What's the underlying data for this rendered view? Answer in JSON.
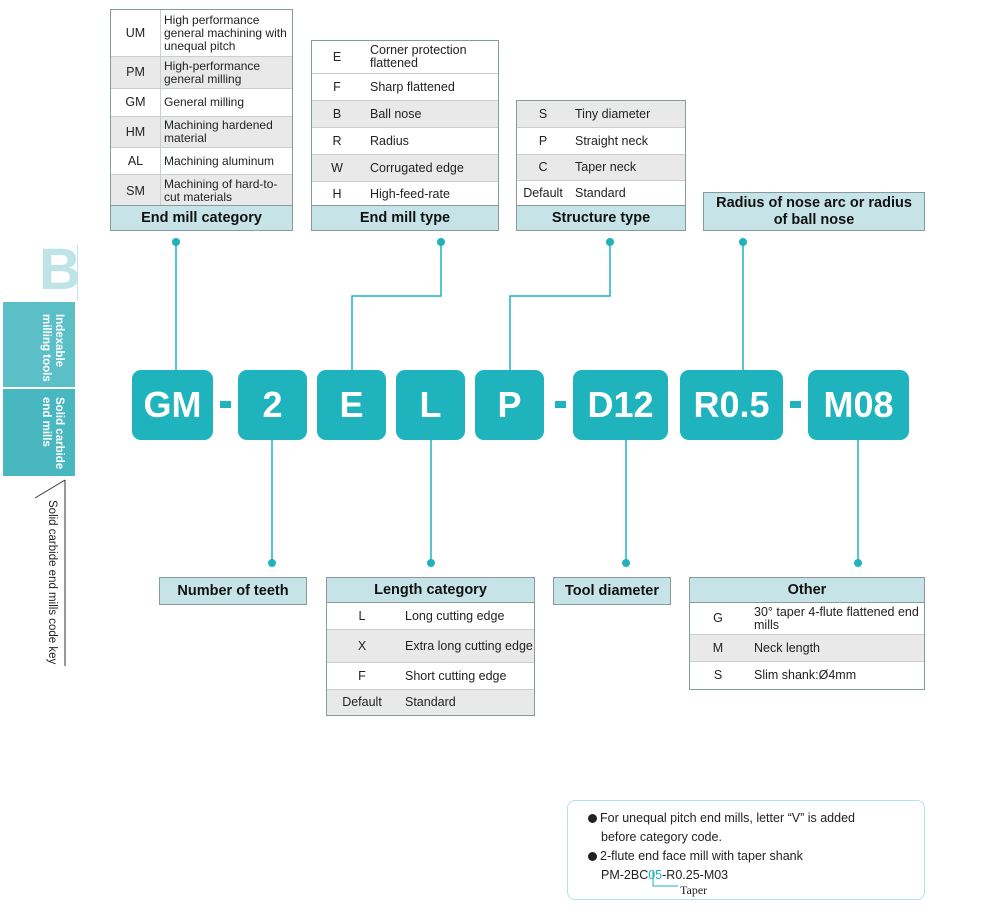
{
  "side_tabs": {
    "letter": "B",
    "tab1": [
      "Indexable",
      "milling tools"
    ],
    "tab2": [
      "Solid carbide",
      "end mills"
    ],
    "section_label": "Solid carbide end mills code key"
  },
  "category": {
    "rows": [
      {
        "code": "UM",
        "desc": "High performance general machining with unequal pitch"
      },
      {
        "code": "PM",
        "desc": "High-performance general milling"
      },
      {
        "code": "GM",
        "desc": "General milling"
      },
      {
        "code": "HM",
        "desc": "Machining hardened material"
      },
      {
        "code": "AL",
        "desc": "Machining aluminum"
      },
      {
        "code": "SM",
        "desc": "Machining of hard-to-cut materials"
      }
    ],
    "title": "End mill category"
  },
  "type": {
    "rows": [
      {
        "code": "E",
        "desc": "Corner protection flattened"
      },
      {
        "code": "F",
        "desc": "Sharp flattened"
      },
      {
        "code": "B",
        "desc": "Ball nose"
      },
      {
        "code": "R",
        "desc": "Radius"
      },
      {
        "code": "W",
        "desc": "Corrugated edge"
      },
      {
        "code": "H",
        "desc": "High-feed-rate"
      }
    ],
    "title": "End mill type"
  },
  "structure": {
    "rows": [
      {
        "code": "S",
        "desc": "Tiny diameter"
      },
      {
        "code": "P",
        "desc": "Straight neck"
      },
      {
        "code": "C",
        "desc": "Taper neck"
      },
      {
        "code": "Default",
        "desc": "Standard"
      }
    ],
    "title": "Structure type"
  },
  "radius_label": "Radius of nose arc or radius of ball nose",
  "code_segments": [
    "GM",
    "2",
    "E",
    "L",
    "P",
    "D12",
    "R0.5",
    "M08"
  ],
  "teeth_label": "Number of teeth",
  "length": {
    "title": "Length category",
    "rows": [
      {
        "code": "L",
        "desc": "Long cutting edge"
      },
      {
        "code": "X",
        "desc": "Extra long cutting edge"
      },
      {
        "code": "F",
        "desc": "Short cutting edge"
      },
      {
        "code": "Default",
        "desc": "Standard"
      }
    ]
  },
  "diameter_label": "Tool diameter",
  "other": {
    "title": "Other",
    "rows": [
      {
        "code": "G",
        "desc": "30° taper 4-flute flattened end mills"
      },
      {
        "code": "M",
        "desc": "Neck length"
      },
      {
        "code": "S",
        "desc": "Slim shank:Ø4mm"
      }
    ]
  },
  "note": {
    "line1": "For unequal pitch end mills, letter “V” is added",
    "line1b": "before category code.",
    "line2": "2-flute end face mill with taper shank",
    "example_pre": "PM-2BC",
    "example_hl": "05",
    "example_post": "-R0.25-M03",
    "taper_label": "Taper"
  },
  "colors": {
    "accent": "#1eb3bd",
    "header_fill": "#c6e4e7",
    "tab_fill": "#5bbfc7"
  }
}
